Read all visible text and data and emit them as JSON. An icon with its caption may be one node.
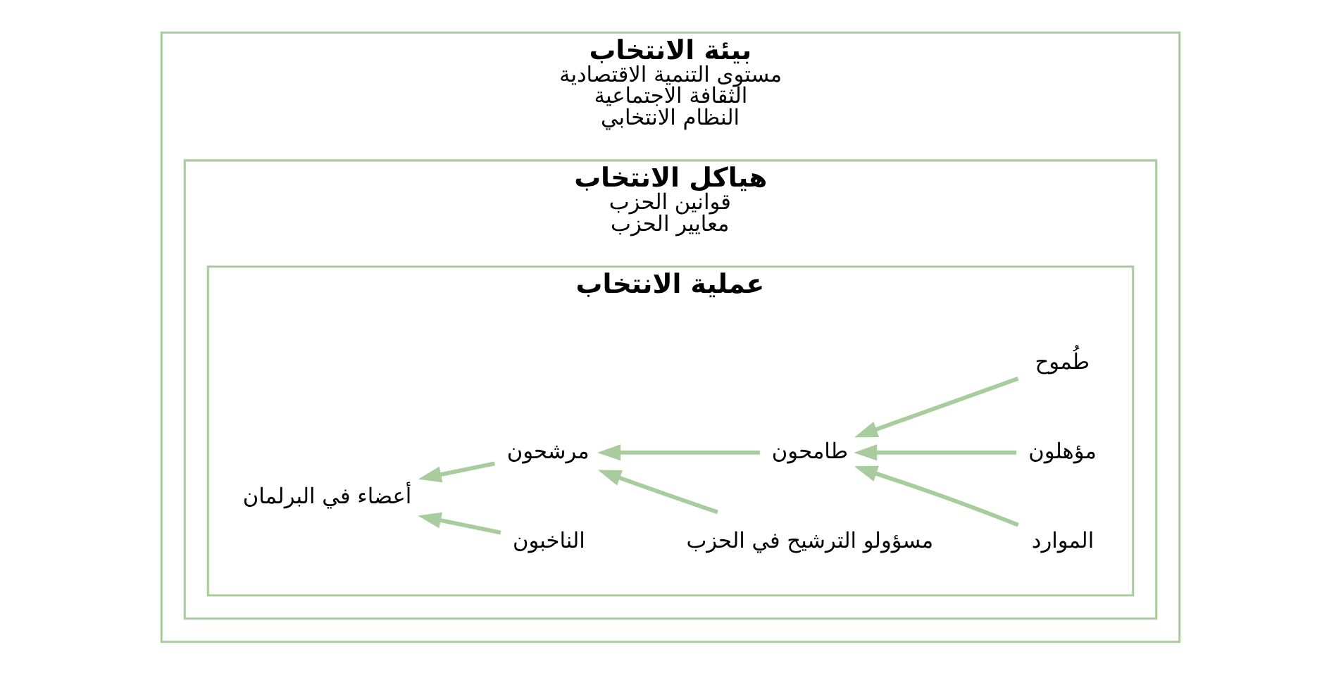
{
  "diagram": {
    "nodes": [
      {
        "text": [
          "بيئة الانتخاب",
          "مستوى التنمية الاقتصادية",
          "الثقافة الاجتماعية",
          "النظام الانتخابي"
        ]
      },
      {
        "text": [
          "هياكل الانتخاب",
          "قوانين الحزب",
          "معايير الحزب"
        ],
        "in": 0
      },
      {
        "text": [
          "عملية الانتخاب"
        ],
        "in": 1
      },
      {
        "text": [
          "طُموح"
        ],
        "in": 2
      },
      {
        "text": [
          "مؤهلون"
        ],
        "in": 2
      },
      {
        "text": [
          "الموارد"
        ],
        "in": 2
      },
      {
        "text": [
          "طامحون"
        ],
        "in": 2
      },
      {
        "text": [
          "مسؤولو الترشيح في الحزب"
        ],
        "in": 2
      },
      {
        "text": [
          "مرشحون"
        ],
        "in": 2
      },
      {
        "text": [
          "الناخبون"
        ],
        "in": 2
      },
      {
        "text": [
          "أعضاء في البرلمان"
        ],
        "in": 2
      }
    ],
    "edges": [
      {
        "from": 3,
        "to": 6,
        "arrow": "to"
      },
      {
        "from": 4,
        "to": 6,
        "arrow": "to"
      },
      {
        "from": 5,
        "to": 6,
        "arrow": "to"
      },
      {
        "from": 6,
        "to": 8,
        "arrow": "to"
      },
      {
        "from": 7,
        "to": 8,
        "arrow": "to"
      },
      {
        "from": 8,
        "to": 10,
        "arrow": "to"
      },
      {
        "from": 9,
        "to": 10,
        "arrow": "to"
      }
    ]
  }
}
